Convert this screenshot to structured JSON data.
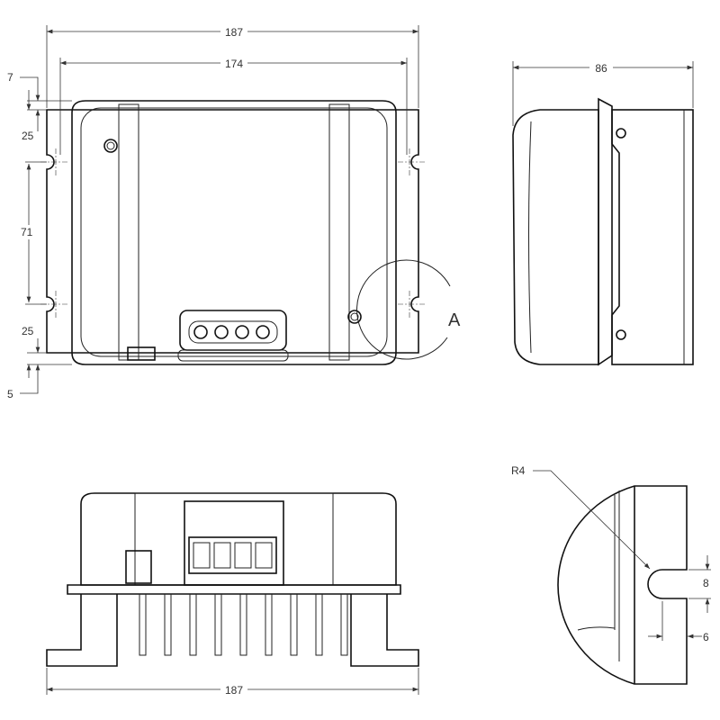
{
  "front_view": {
    "overall_width": "187",
    "hole_spacing_width": "174",
    "top_offset": "7",
    "top_hole_distance": "25",
    "hole_spacing_height": "71",
    "bottom_hole_distance": "25",
    "bottom_offset": "5",
    "detail_label": "A"
  },
  "side_view": {
    "depth": "86"
  },
  "bottom_view": {
    "overall_width": "187"
  },
  "detail_view": {
    "radius": "R4",
    "slot_height": "8",
    "slot_depth": "6"
  }
}
